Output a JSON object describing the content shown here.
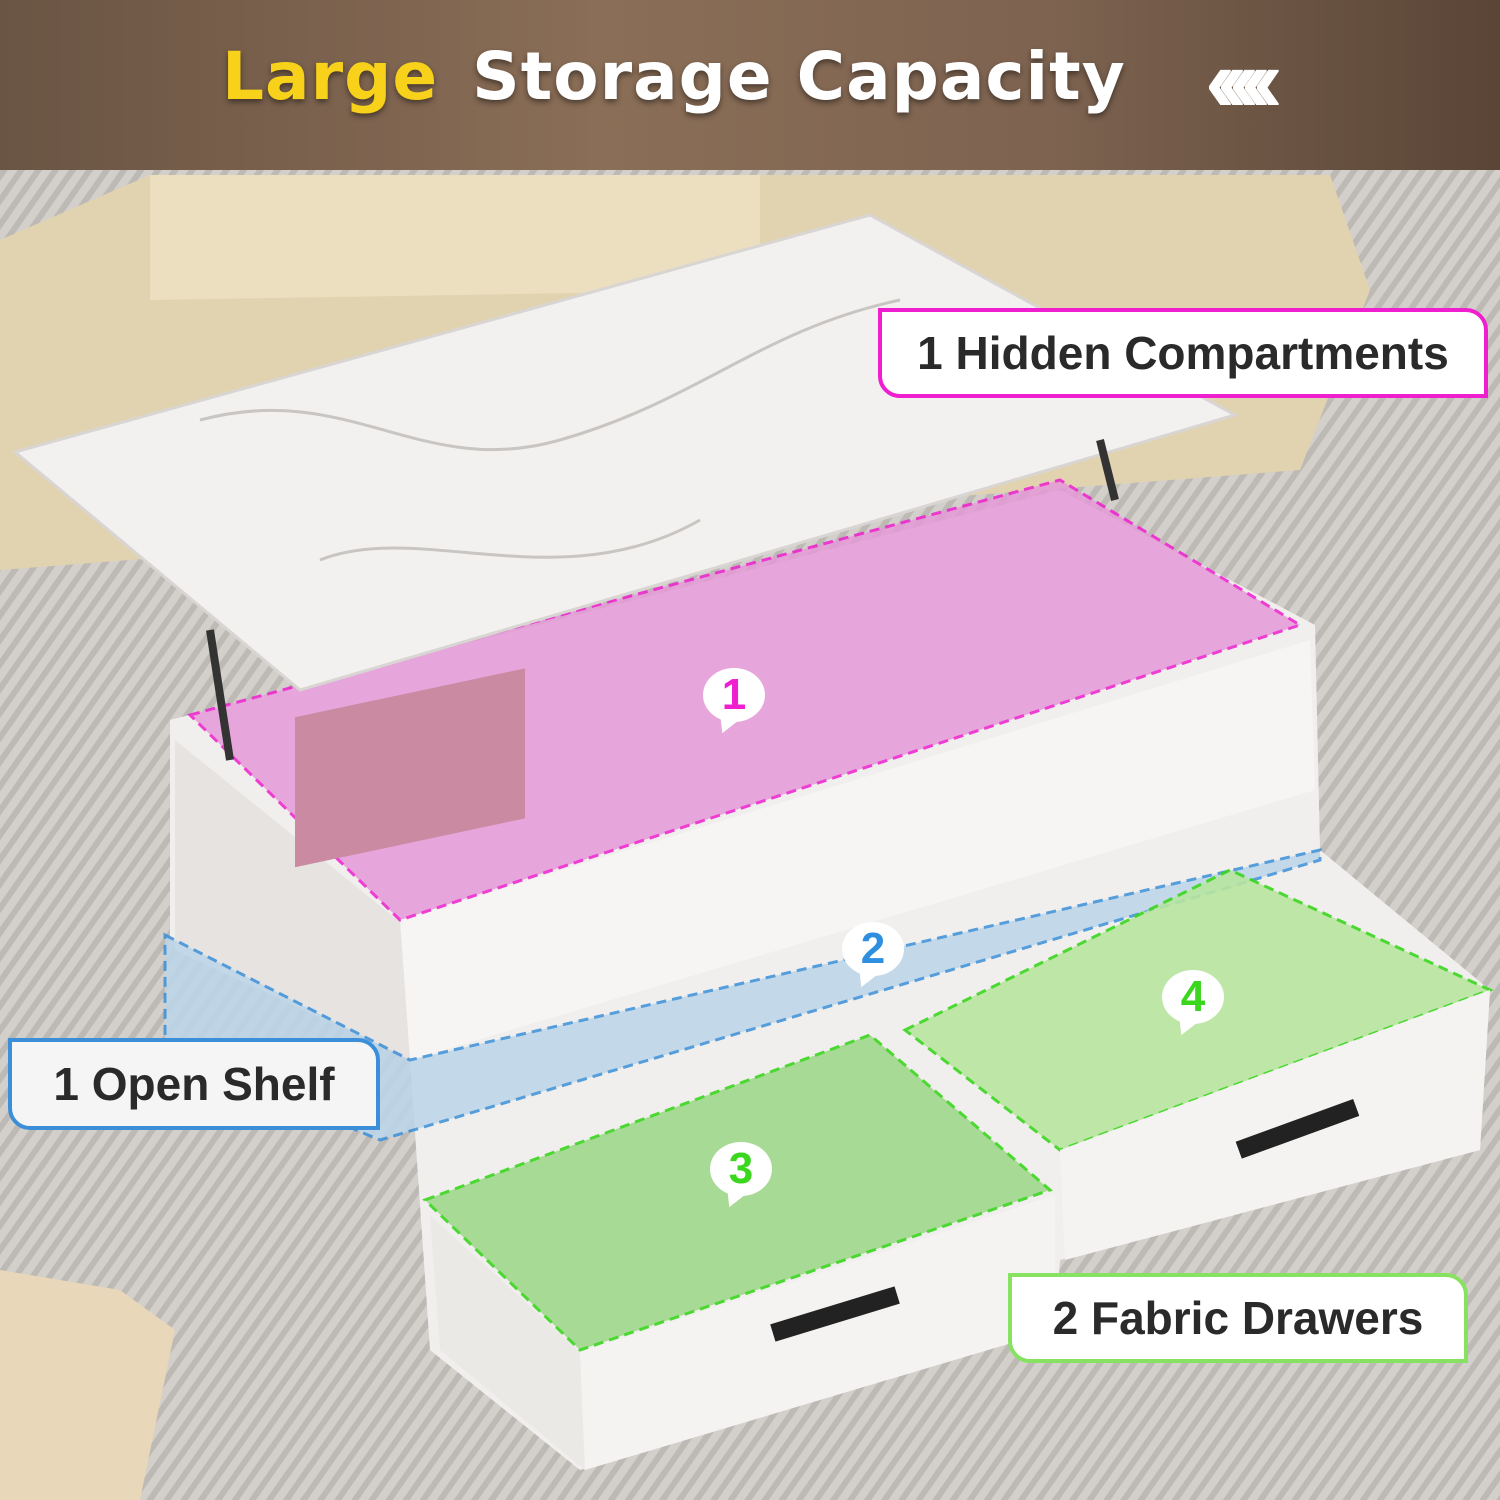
{
  "header": {
    "title_highlight": "Large",
    "title_rest": "Storage Capacity",
    "chevrons": "‹‹‹‹‹"
  },
  "callouts": [
    {
      "text": "1 Hidden Compartments",
      "color": "#ef1fcf"
    },
    {
      "text": "1 Open Shelf",
      "color": "#3b8fd9"
    },
    {
      "text": "2 Fabric Drawers",
      "color": "#86e260"
    }
  ],
  "markers": [
    {
      "number": "1",
      "color": "#ef1fcf"
    },
    {
      "number": "2",
      "color": "#2e8fe0"
    },
    {
      "number": "3",
      "color": "#3bd61e"
    },
    {
      "number": "4",
      "color": "#3bd61e"
    }
  ]
}
